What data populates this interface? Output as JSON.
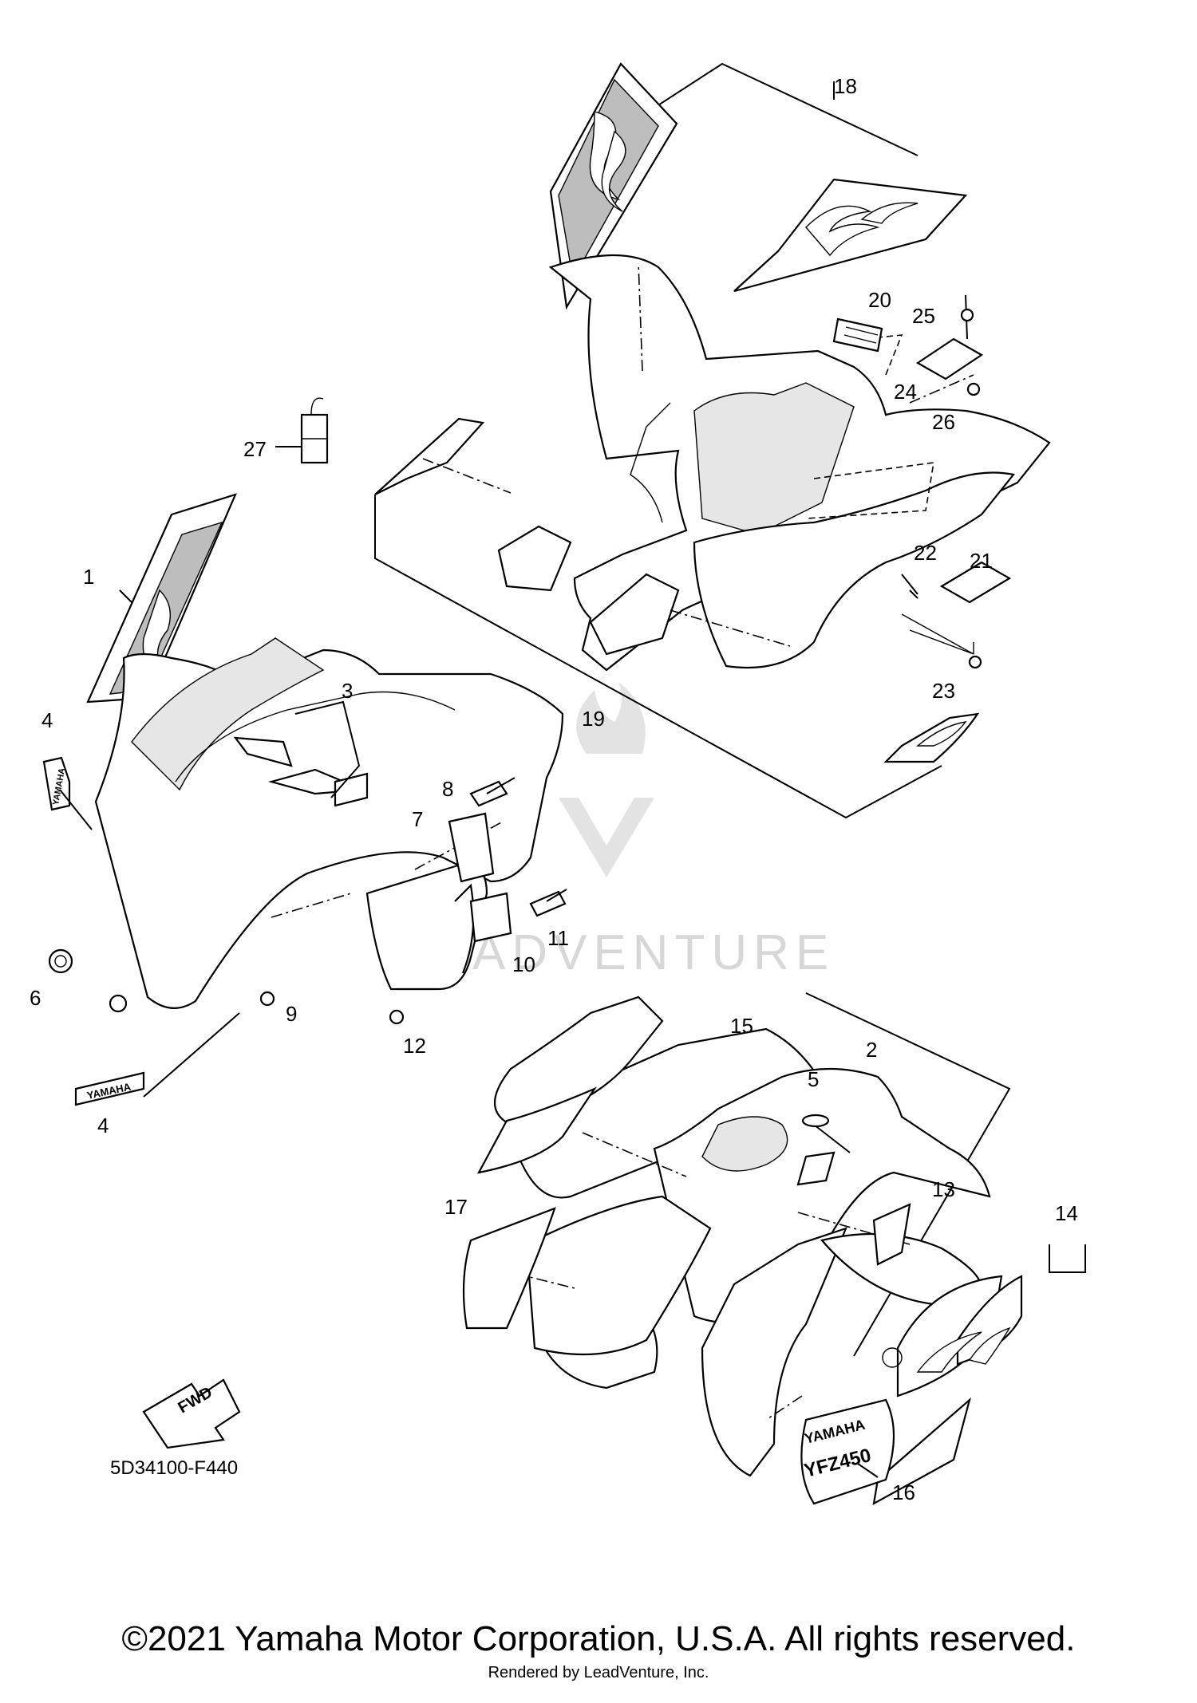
{
  "diagram": {
    "part_code": "5D34100-F440",
    "fwd_label": "FWD",
    "watermark": "LEADVENTURE",
    "decal_text": {
      "yamaha": "YAMAHA",
      "model": "YFZ450"
    },
    "callouts": [
      "1",
      "2",
      "3",
      "4",
      "4",
      "5",
      "6",
      "7",
      "8",
      "9",
      "10",
      "11",
      "12",
      "13",
      "14",
      "15",
      "16",
      "17",
      "18",
      "19",
      "20",
      "21",
      "22",
      "23",
      "24",
      "25",
      "26",
      "27"
    ]
  },
  "footer": {
    "copyright": "©2021 Yamaha Motor Corporation, U.S.A. All rights reserved.",
    "rendered_by": "Rendered by LeadVenture, Inc."
  }
}
